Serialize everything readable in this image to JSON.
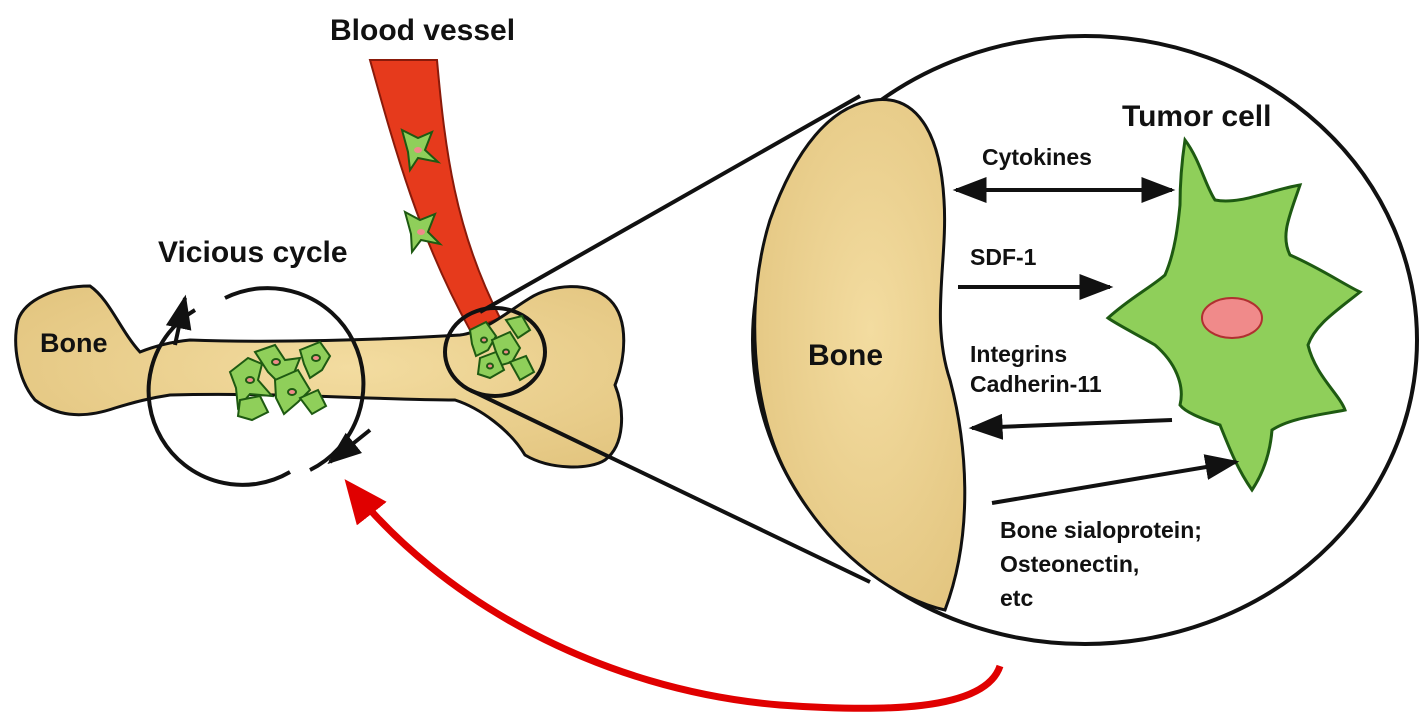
{
  "labels": {
    "blood_vessel": "Blood vessel",
    "vicious_cycle": "Vicious cycle",
    "bone_left": "Bone",
    "bone_zoom": "Bone",
    "tumor_cell": "Tumor cell",
    "cytokines": "Cytokines",
    "sdf1": "SDF-1",
    "integrins": "Integrins",
    "cadherin": "Cadherin-11",
    "bone_sialoprotein": "Bone sialoprotein;",
    "osteonectin": "Osteonectin,",
    "etc": "etc"
  },
  "colors": {
    "bone_fill": "#e8cf8c",
    "vessel_fill": "#e63a1c",
    "cell_fill": "#8fcf5a",
    "nucleus_fill": "#f08a8a",
    "return_arrow": "#e00000",
    "outline": "#111111"
  }
}
